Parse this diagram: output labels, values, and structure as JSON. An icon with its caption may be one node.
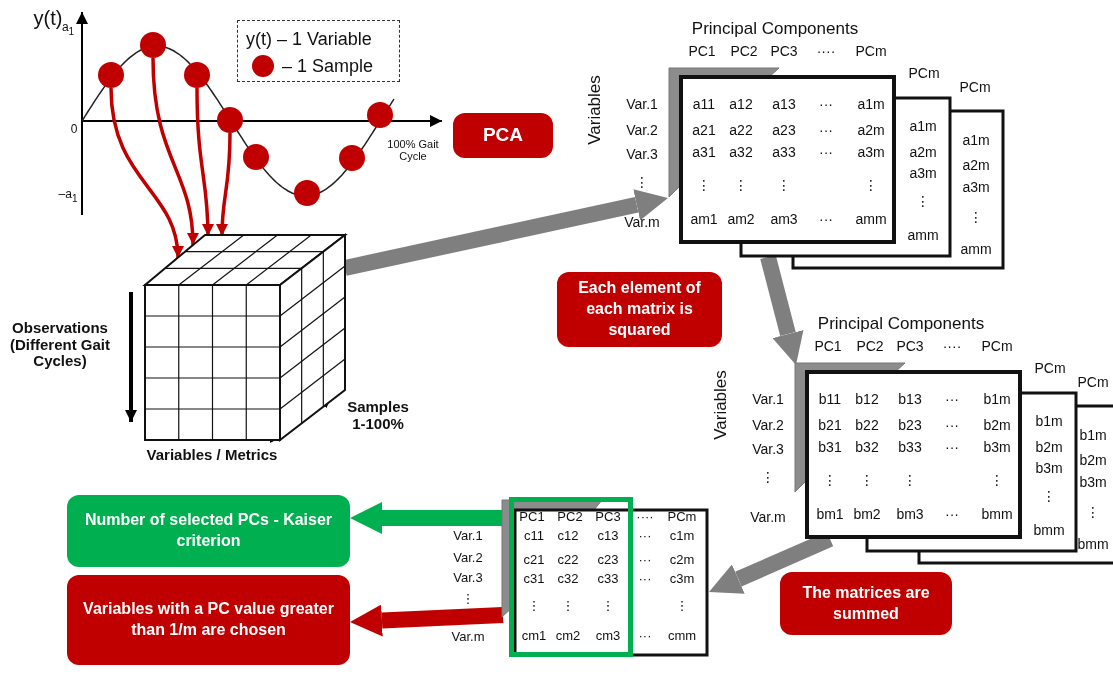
{
  "diagram": {
    "nodes": [
      {
        "text": [],
        "shape": "circle"
      },
      {
        "text": [],
        "shape": "circle"
      },
      {
        "text": [],
        "shape": "circle"
      },
      {
        "text": [],
        "shape": "circle"
      },
      {
        "text": [],
        "shape": "circle"
      },
      {
        "text": [],
        "shape": "circle"
      },
      {
        "text": [],
        "shape": "circle"
      },
      {
        "text": [],
        "shape": "circle"
      },
      {
        "text": [],
        "shape": "cube"
      },
      {
        "text": [
          "PCA"
        ]
      },
      {
        "text": [
          "Principal Components"
        ]
      },
      {
        "text": [
          "Each element of each matrix is squared"
        ]
      },
      {
        "text": [
          "Principal Components"
        ]
      },
      {
        "text": [
          "The matrices are summed"
        ]
      },
      {
        "text": [],
        "shape": "box"
      },
      {
        "text": [],
        "shape": "box"
      },
      {
        "text": [
          "Number of selected PCs - Kaiser criterion"
        ]
      },
      {
        "text": [
          "Variables with a PC value greater than 1/m are chosen"
        ]
      }
    ],
    "edges": [
      {
        "from": 0,
        "to": 8,
        "arrow": "to"
      },
      {
        "from": 1,
        "to": 8,
        "arrow": "to"
      },
      {
        "from": 2,
        "to": 8,
        "arrow": "to"
      },
      {
        "from": 3,
        "to": 8,
        "arrow": "to"
      },
      {
        "from": 8,
        "to": 10,
        "arrow": "to",
        "color": "#7f7f7f"
      },
      {
        "from": 10,
        "to": 12,
        "arrow": "to",
        "color": "#7f7f7f"
      },
      {
        "from": 12,
        "to": 14,
        "arrow": "to",
        "color": "#7f7f7f"
      },
      {
        "from": 15,
        "to": 16,
        "arrow": "to",
        "color": "#00b050"
      },
      {
        "from": 14,
        "to": 17,
        "arrow": "to"
      }
    ],
    "labels": [
      "y(t)",
      "a$_{1}$",
      "0",
      "100% Gait Cycle",
      "–a$_{1}$",
      "Observations (Different Gait Cycles)",
      "Samples 1-100%",
      "Variables / Metrics",
      "Variables",
      "PC1",
      "PC2",
      "PC3",
      "····",
      "PCm",
      "PCm",
      "PCm",
      "Var.1",
      "Var.2",
      "Var.3",
      "⋮",
      "Var.m",
      "a11",
      "a12",
      "a13",
      "···",
      "a1m",
      "a21",
      "a22",
      "a23",
      "···",
      "a2m",
      "a31",
      "a32",
      "a33",
      "···",
      "a3m",
      "⋮",
      "⋮",
      "⋮",
      "⋮",
      "am1",
      "am2",
      "am3",
      "···",
      "amm",
      "a1m",
      "a2m",
      "a3m",
      "⋮",
      "amm",
      "a1m",
      "a2m",
      "a3m",
      "⋮",
      "amm",
      "Variables",
      "PC1",
      "PC2",
      "PC3",
      "····",
      "PCm",
      "PCm",
      "PCm",
      "Var.1",
      "Var.2",
      "Var.3",
      "⋮",
      "Var.m",
      "b11",
      "b12",
      "b13",
      "···",
      "b1m",
      "b21",
      "b22",
      "b23",
      "···",
      "b2m",
      "b31",
      "b32",
      "b33",
      "···",
      "b3m",
      "⋮",
      "⋮",
      "⋮",
      "⋮",
      "bm1",
      "bm2",
      "bm3",
      "···",
      "bmm",
      "b1m",
      "b2m",
      "b3m",
      "⋮",
      "bmm",
      "b1m",
      "b2m",
      "b3m",
      "⋮",
      "bmm",
      "PC1",
      "PC2",
      "PC3",
      "····",
      "PCm",
      "Var.1",
      "Var.2",
      "Var.3",
      "⋮",
      "Var.m",
      "c11",
      "c12",
      "c13",
      "···",
      "c1m",
      "c21",
      "c22",
      "c23",
      "···",
      "c2m",
      "c31",
      "c32",
      "c33",
      "···",
      "c3m",
      "⋮",
      "⋮",
      "⋮",
      "⋮",
      "cm1",
      "cm2",
      "cm3",
      "···",
      "cmm"
    ],
    "legend": [
      {
        "text": "y(t) – 1 Variable"
      },
      {
        "text": "– 1 Sample",
        "color": "#c00000"
      }
    ]
  }
}
